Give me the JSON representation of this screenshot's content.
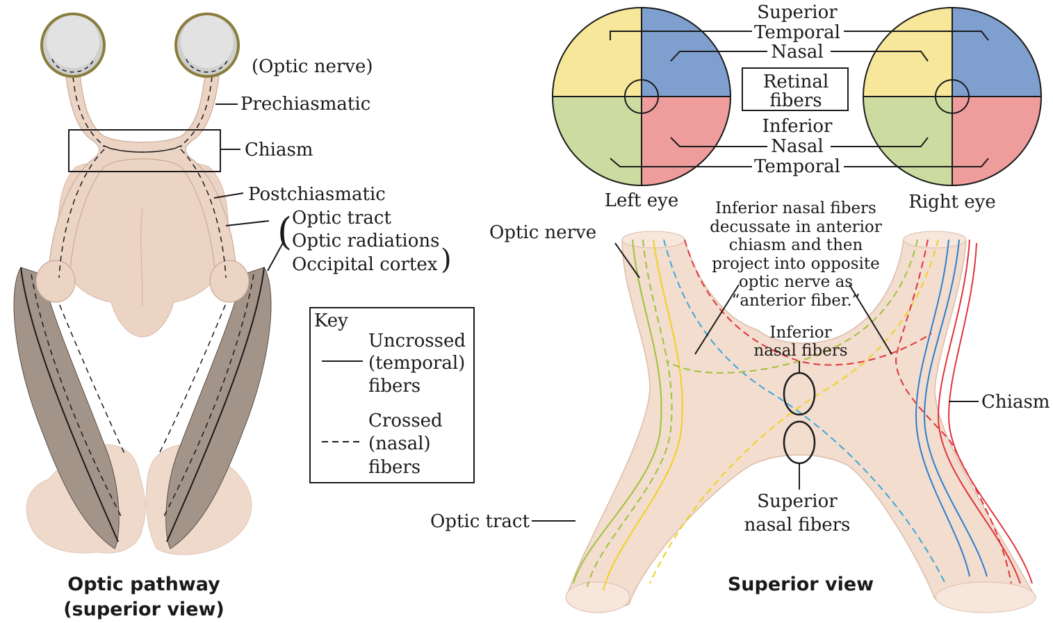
{
  "colors": {
    "superior_temporal": "#f6e79a",
    "superior_nasal": "#7f9fcf",
    "inferior_temporal": "#ccdca0",
    "inferior_nasal": "#ee9c9c",
    "tissue": "#ecd4c5",
    "tract_shadow": "#9a8b80",
    "fiber_green": "#9fc13a",
    "fiber_yellow": "#f0d21c",
    "fiber_blue": "#2b7fcf",
    "fiber_cyan": "#39a8d8",
    "fiber_red": "#e0343a"
  },
  "left_panel": {
    "optic_nerve_paren": "(Optic nerve)",
    "prechiasmatic": "Prechiasmatic",
    "chiasm": "Chiasm",
    "postchiasmatic": "Postchiasmatic",
    "paren_open": "(",
    "paren_close": ")",
    "optic_tract": "Optic tract",
    "optic_radiations": "Optic radiations",
    "occipital_cortex": "Occipital cortex",
    "title_line1": "Optic pathway",
    "title_line2": "(superior view)"
  },
  "key": {
    "title": "Key",
    "uncrossed_line1": "Uncrossed",
    "uncrossed_line2": "(temporal)",
    "uncrossed_line3": "fibers",
    "crossed_line1": "Crossed",
    "crossed_line2": "(nasal)",
    "crossed_line3": "fibers"
  },
  "retina": {
    "superior": "Superior",
    "temporal_top": "Temporal",
    "nasal_top": "Nasal",
    "retinal_fibers_line1": "Retinal",
    "retinal_fibers_line2": "fibers",
    "inferior": "Inferior",
    "nasal_bottom": "Nasal",
    "temporal_bottom": "Temporal",
    "left_eye": "Left eye",
    "right_eye": "Right eye"
  },
  "right_panel": {
    "optic_nerve": "Optic nerve",
    "decussate_line1": "Inferior nasal fibers",
    "decussate_line2": "decussate in anterior",
    "decussate_line3": "chiasm and then",
    "decussate_line4": "project into opposite",
    "decussate_line5": "optic nerve as",
    "decussate_line6": "“anterior fiber.”",
    "inferior_nasal_line1": "Inferior",
    "inferior_nasal_line2": "nasal fibers",
    "chiasm": "Chiasm",
    "superior_nasal_line1": "Superior",
    "superior_nasal_line2": "nasal fibers",
    "optic_tract": "Optic tract",
    "title": "Superior view"
  }
}
